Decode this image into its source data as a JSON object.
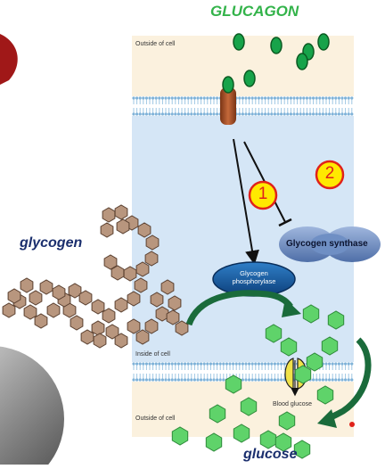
{
  "title": "GLUCAGON",
  "labels": {
    "outside_top": "Outside of cell",
    "inside": "Inside of cell",
    "outside_bottom": "Outside of cell",
    "blood_glucose": "Blood glucose",
    "glycogen": "glycogen",
    "glucose": "glucose",
    "glycogen_synthase": "Glycogen synthase",
    "glycogen_phosphorylase_line1": "Glycogen",
    "glycogen_phosphorylase_line2": "phosphorylase"
  },
  "badges": [
    "1",
    "2"
  ],
  "colors": {
    "title": "#33b34a",
    "inside_cell": "#d5e6f6",
    "outside_cell": "#fbf1de",
    "membrane": "#9fc7e3",
    "glucagon": "#17a34a",
    "glucose_hex": "#5fd36a",
    "glycogen_unit": "#b8967e",
    "phosphorylase": "#175a9e",
    "synthase": "#6f8fc4",
    "badge": "#ffe900",
    "badge_ring": "#e0221a",
    "receptor": "#a5522c",
    "arrow_green": "#1a6b3b"
  }
}
